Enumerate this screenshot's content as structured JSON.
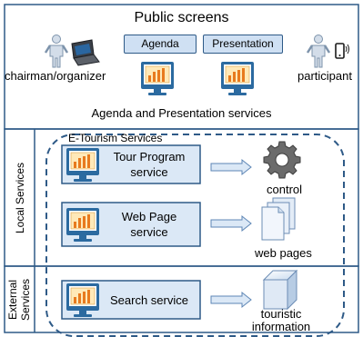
{
  "public_screens": {
    "title": "Public screens",
    "chairman_label": "chairman/organizer",
    "participant_label": "participant",
    "agenda_tab": "Agenda",
    "presentation_tab": "Presentation",
    "services_caption": "Agenda and Presentation services"
  },
  "local_services": {
    "side_label": "Local Services",
    "group_title": "E-Tourism Services",
    "tour_program_line1": "Tour Program",
    "tour_program_line2": "service",
    "web_page_line1": "Web Page",
    "web_page_line2": "service",
    "control_label": "control",
    "web_pages_label": "web pages"
  },
  "external_services": {
    "side_label_line1": "External",
    "side_label_line2": "Services",
    "search_service": "Search service",
    "touristic_line1": "touristic",
    "touristic_line2": "information"
  },
  "icons": {
    "monitor": "monitor-with-bar-chart-icon",
    "person": "person-icon",
    "laptop": "laptop-icon",
    "phone": "mobile-phone-icon",
    "gear": "gear-icon",
    "pages": "document-pages-icon",
    "cube": "cube-icon",
    "arrow": "right-arrow-icon"
  },
  "colors": {
    "border": "#2e5a87",
    "service_box_fill": "#dbe8f6",
    "monitor_frame": "#2b6aa0",
    "bar_fill": "#e87a1e"
  }
}
